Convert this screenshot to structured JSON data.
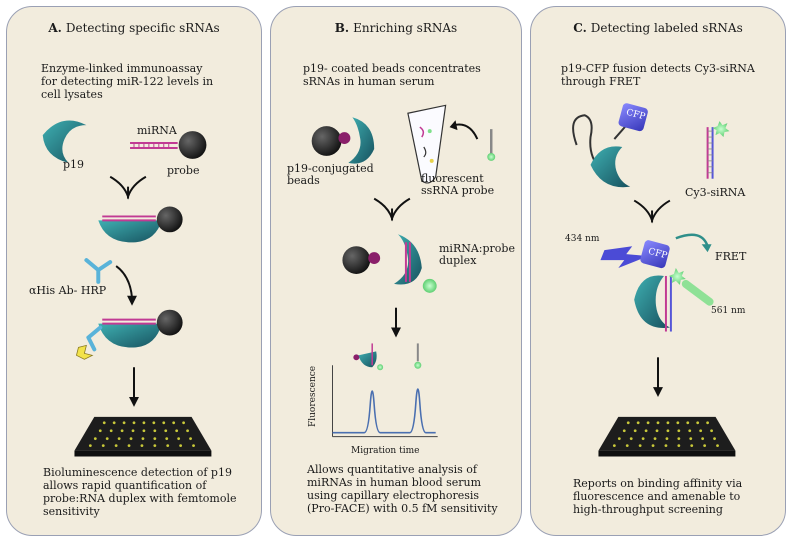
{
  "panels": [
    {
      "letter": "A.",
      "title": "Detecting specific sRNAs",
      "description_lines": [
        "Enzyme-linked immunoassay",
        "for detecting miR-122 levels in",
        "cell lysates"
      ],
      "labels": {
        "p19": "p19",
        "mirna": "miRNA",
        "probe": "probe",
        "antibody": "αHis Ab- HRP"
      },
      "footer_lines": [
        "Bioluminescence detection of p19",
        "allows rapid quantification of",
        "probe:RNA duplex with femtomole",
        "sensitivity"
      ]
    },
    {
      "letter": "B.",
      "title": "Enriching sRNAs",
      "description_lines": [
        "p19- coated beads concentrates",
        "sRNAs in human serum"
      ],
      "labels": {
        "beads": [
          "p19-conjugated",
          "beads"
        ],
        "ssrna": [
          "fluorescent",
          "ssRNA probe"
        ],
        "duplex": [
          "miRNA:probe",
          "duplex"
        ],
        "ylabel": "Fluorescence",
        "xlabel": "Migration time"
      },
      "footer_lines": [
        "Allows quantitative analysis of",
        "miRNAs in human blood serum",
        "using capillary electrophoresis",
        "(Pro-FACE) with 0.5 fM sensitivity"
      ]
    },
    {
      "letter": "C.",
      "title": "Detecting labeled sRNAs",
      "description_lines": [
        "p19-CFP fusion detects Cy3-siRNA",
        "through FRET"
      ],
      "labels": {
        "cy3": "Cy3-siRNA",
        "ex": "434 nm",
        "fret": "FRET",
        "em": "561 nm",
        "cfp": "CFP"
      },
      "footer_lines": [
        "Reports on binding affinity via",
        "fluorescence and amenable to",
        "high-throughput screening"
      ]
    }
  ],
  "colors": {
    "teal": "#2a8a8e",
    "probe": "#c13a93",
    "bead": "#222222",
    "fluor": "#7ee08a",
    "cfp": "#5555d8",
    "yellow": "#f2e24a"
  }
}
